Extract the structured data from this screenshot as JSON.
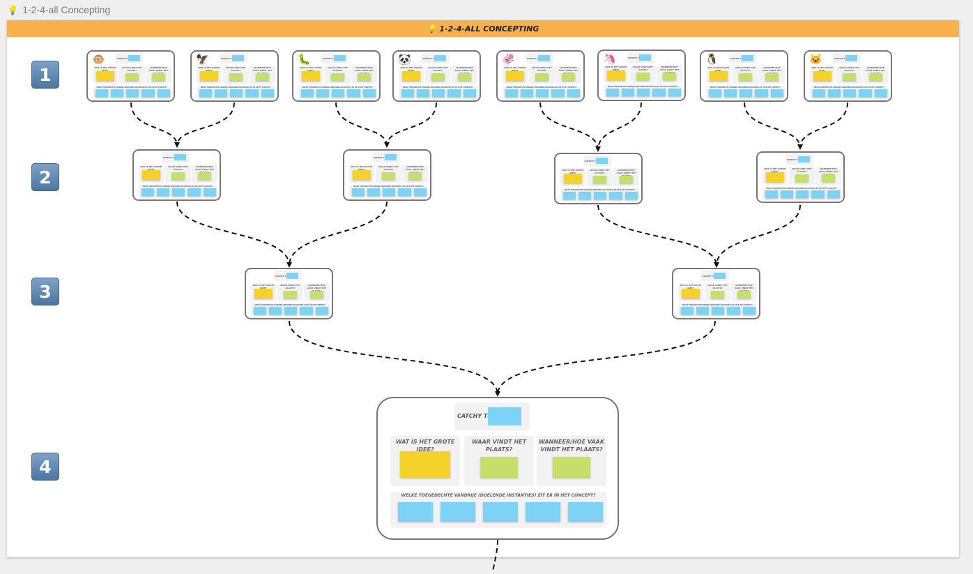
{
  "frame": {
    "title": "1-2-4-all Concepting",
    "icon": "bulb-icon"
  },
  "board": {
    "header": "1-2-4-ALL CONCEPTING",
    "header_color": "#f8b14d"
  },
  "rounds": [
    "1",
    "2",
    "3",
    "4"
  ],
  "template": {
    "catchy_title": "CATCHY TITEL",
    "q1": "WAT IS HET GROTE IDEE?",
    "q2": "WAAR VINDT HET PLAATS?",
    "q3": "WANNEER/HOE VAAK VINDT HET PLAATS?",
    "target_groups": "WELKE TOEGEDECHTE VANDRIJE (DOELENDE INSTANTIES) ZIT ER IN HET CONCEPT?"
  },
  "colors": {
    "idea_sticky": "#f5d22a",
    "place_sticky": "#c5e06a",
    "title_sticky": "#7dd3f3",
    "card_border": "#777777"
  },
  "cards_round1": [
    {
      "emoji": "🐵",
      "icon": "monkey-icon"
    },
    {
      "emoji": "🦅",
      "icon": "bird-icon"
    },
    {
      "emoji": "🐛",
      "icon": "caterpillar-icon"
    },
    {
      "emoji": "🐼",
      "icon": "panda-icon"
    },
    {
      "emoji": "🦑",
      "icon": "squid-icon"
    },
    {
      "emoji": "🦄",
      "icon": "unicorn-icon"
    },
    {
      "emoji": "🐧",
      "icon": "penguin-icon"
    },
    {
      "emoji": "🐱",
      "icon": "cat-icon"
    }
  ]
}
